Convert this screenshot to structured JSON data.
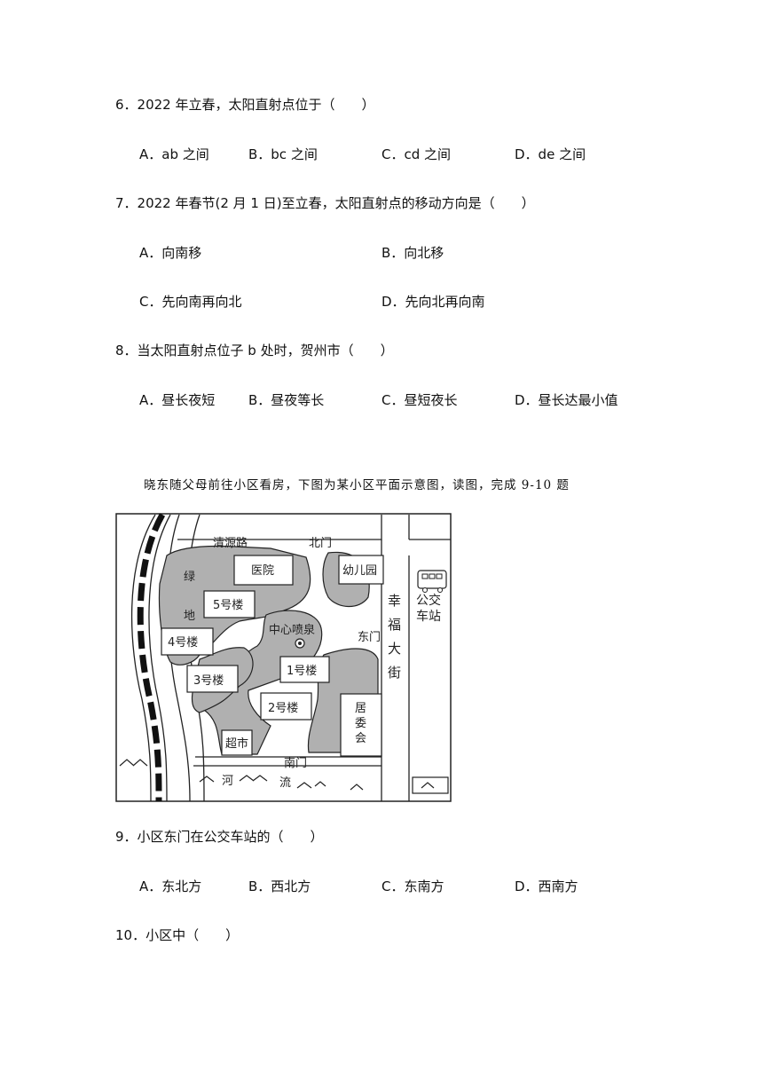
{
  "questions": [
    {
      "stem": "6．2022 年立春，太阳直射点位于（　　）",
      "options": [
        "A．ab 之间",
        "B．bc 之间",
        "C．cd 之间",
        "D．de 之间"
      ]
    },
    {
      "stem": "7．2022 年春节(2 月 1 日)至立春，太阳直射点的移动方向是（　　）",
      "options": [
        "A．向南移",
        "B．向北移",
        "C．先向南再向北",
        "D．先向北再向南"
      ]
    },
    {
      "stem": "8．当太阳直射点位子 b 处时，贺州市（　　）",
      "options": [
        "A．昼长夜短",
        "B．昼夜等长",
        "C．昼短夜长",
        "D．昼长达最小值"
      ]
    },
    {
      "stem": "9．小区东门在公交车站的（　　）",
      "options": [
        "A．东北方",
        "B．西北方",
        "C．东南方",
        "D．西南方"
      ]
    },
    {
      "stem": "10．小区中（　　）",
      "options": []
    }
  ],
  "intro": "晓东随父母前往小区看房，下图为某小区平面示意图，读图，完成 9-10 题",
  "map": {
    "road_north": "清源路",
    "north_gate": "北门",
    "hospital": "医院",
    "kindergarten": "幼儿园",
    "green_1": "绿",
    "green_2": "地",
    "b5": "5号楼",
    "b4": "4号楼",
    "fountain": "中心喷泉",
    "east_gate": "东门",
    "b1": "1号楼",
    "b3": "3号楼",
    "b2": "2号楼",
    "supermarket": "超市",
    "south_gate": "南门",
    "river_1": "河",
    "river_2": "流",
    "street": [
      "幸",
      "福",
      "大",
      "街"
    ],
    "committee": [
      "居",
      "委",
      "会"
    ],
    "bus": [
      "公交",
      "车站"
    ]
  }
}
